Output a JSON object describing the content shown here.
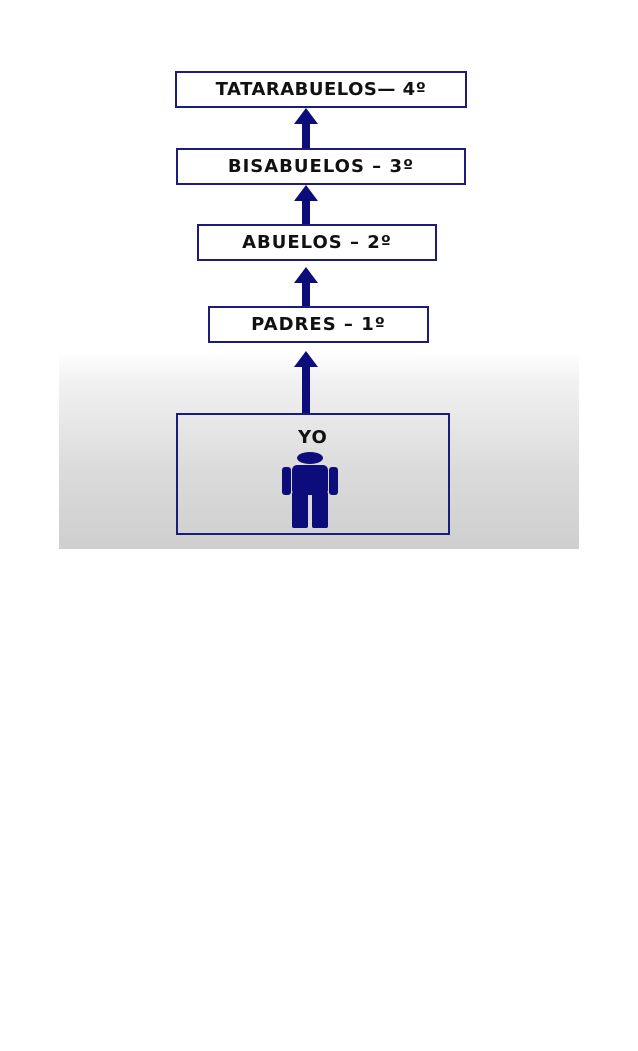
{
  "diagram": {
    "levels": [
      {
        "label": "TATARABUELOS— 4º"
      },
      {
        "label": "BISABUELOS – 3º"
      },
      {
        "label": "ABUELOS – 2º"
      },
      {
        "label": "PADRES – 1º"
      }
    ],
    "self": {
      "label": "YO",
      "icon": "person-icon"
    },
    "colors": {
      "arrow": "#0c0c7a",
      "border": "#1c1c7a",
      "person": "#0c0c7a"
    }
  }
}
